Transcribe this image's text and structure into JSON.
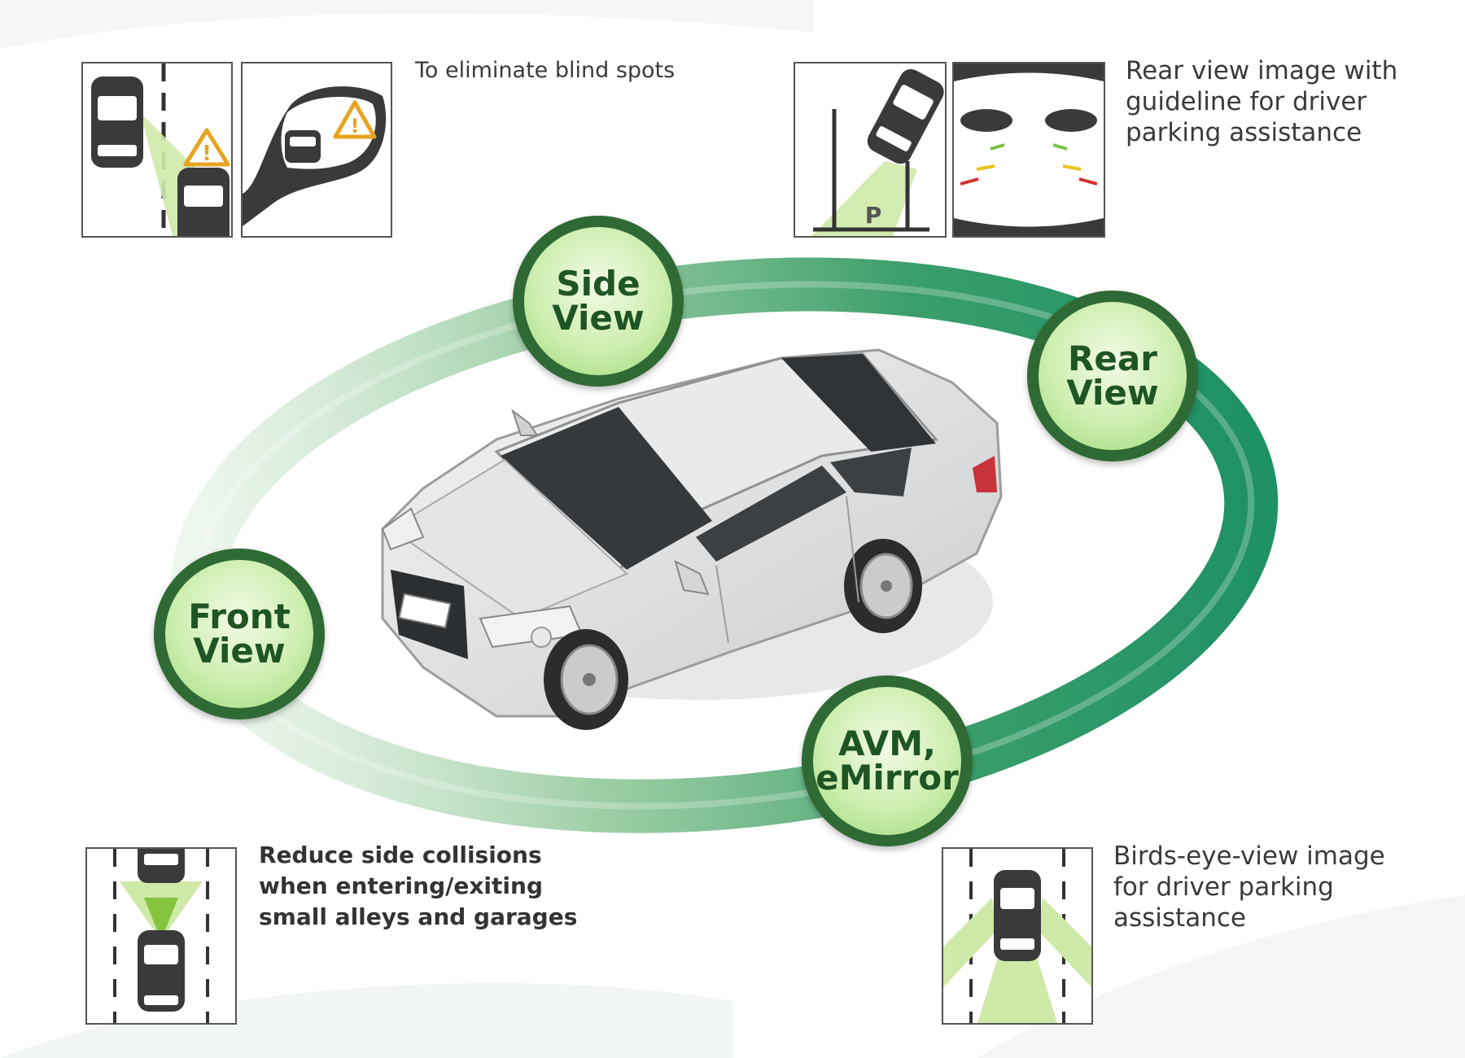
{
  "captions": {
    "blind_spots": "To eliminate blind spots",
    "rear_view_l1": "Rear view image with",
    "rear_view_l2": "guideline for driver",
    "rear_view_l3": "parking assistance",
    "side_collisions_l1": "Reduce side collisions",
    "side_collisions_l2": "when entering/exiting",
    "side_collisions_l3": "small alleys and garages",
    "birds_eye_l1": "Birds-eye-view image",
    "birds_eye_l2": "for driver parking",
    "birds_eye_l3": "assistance"
  },
  "bubbles": {
    "side_view": {
      "l1": "Side",
      "l2": "View"
    },
    "rear_view": {
      "l1": "Rear",
      "l2": "View"
    },
    "front_view": {
      "l1": "Front",
      "l2": "View"
    },
    "avm": {
      "l1": "AVM,",
      "l2": "eMirror"
    }
  },
  "parking_sign": "P",
  "icons": [
    "warning-icon",
    "car-icon",
    "side-mirror-icon"
  ],
  "colors": {
    "ring_green": "#2e9a6a",
    "bubble_border": "#2f6a35",
    "bubble_text": "#1f5524",
    "warning": "#e8a321"
  }
}
